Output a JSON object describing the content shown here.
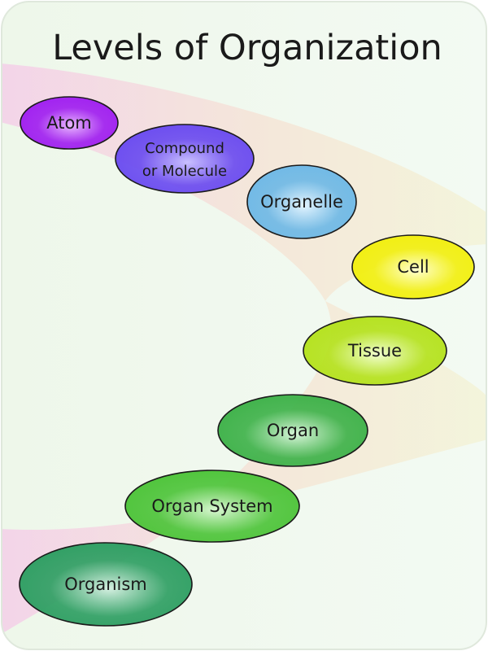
{
  "diagram": {
    "title": "Levels of Organization",
    "levels": [
      {
        "name": "atom",
        "lines": [
          "Atom"
        ],
        "color": "#a020f0",
        "fade": "#e9b8ff"
      },
      {
        "name": "compound-or-molecule",
        "lines": [
          "Compound",
          "or Molecule"
        ],
        "color": "#6b4cf0",
        "fade": "#c9c0ff"
      },
      {
        "name": "organelle",
        "lines": [
          "Organelle"
        ],
        "color": "#6fb9e6",
        "fade": "#e3f4ff"
      },
      {
        "name": "cell",
        "lines": [
          "Cell"
        ],
        "color": "#f2ef10",
        "fade": "#ffffd0"
      },
      {
        "name": "tissue",
        "lines": [
          "Tissue"
        ],
        "color": "#b5e21e",
        "fade": "#f1ffd0"
      },
      {
        "name": "organ",
        "lines": [
          "Organ"
        ],
        "color": "#3fb24a",
        "fade": "#d7f5d9"
      },
      {
        "name": "organ-system",
        "lines": [
          "Organ System"
        ],
        "color": "#4ec43a",
        "fade": "#d9f7d2"
      },
      {
        "name": "organism",
        "lines": [
          "Organism"
        ],
        "color": "#2f9f63",
        "fade": "#d6f0e2"
      }
    ]
  }
}
